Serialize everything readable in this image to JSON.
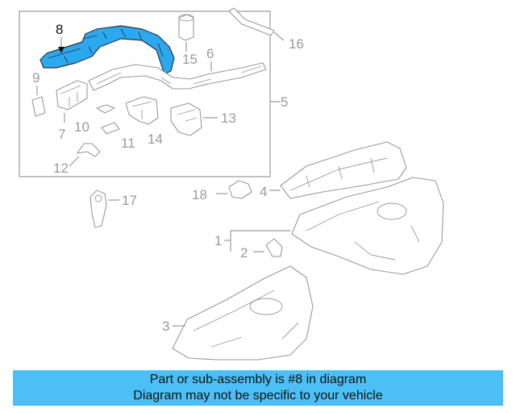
{
  "callouts": {
    "c1": "1",
    "c2": "2",
    "c3": "3",
    "c4": "4",
    "c5": "5",
    "c6": "6",
    "c7": "7",
    "c8": "8",
    "c9": "9",
    "c10": "10",
    "c11": "11",
    "c12": "12",
    "c13": "13",
    "c14": "14",
    "c15": "15",
    "c16": "16",
    "c17": "17",
    "c18": "18"
  },
  "highlighted_part": "8",
  "colors": {
    "highlight": "#2aa8f0",
    "banner": "#4cc0f6",
    "line": "#9a9a9a"
  },
  "banner": {
    "line1": "Part or sub-assembly is #8 in diagram",
    "line2": "Diagram may not be specific to your vehicle"
  }
}
